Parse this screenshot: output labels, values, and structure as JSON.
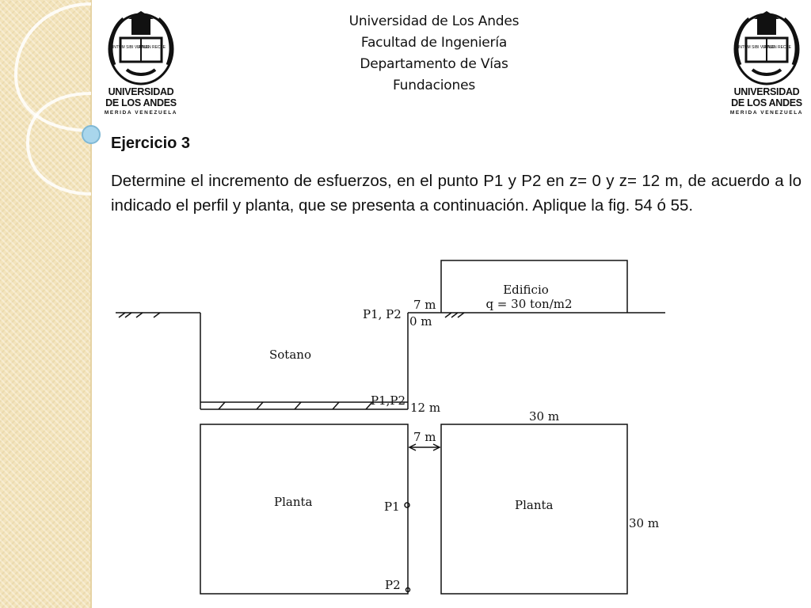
{
  "header": {
    "line1": "Universidad de Los Andes",
    "line2": "Facultad de Ingeniería",
    "line3": "Departamento de Vías",
    "line4": "Fundaciones"
  },
  "logo": {
    "name_line1": "UNIVERSIDAD",
    "name_line2": "DE LOS ANDES",
    "name_line3": "MERIDA VENEZUELA",
    "book_left": "INTUM SIBI VIRTUS",
    "book_right": "LUMEN RECTE"
  },
  "exercise": {
    "title": "Ejercicio 3",
    "body": "Determine el incremento de esfuerzos, en el punto P1 y P2 en z= 0 y z= 12 m, de acuerdo a lo indicado el perfil y planta, que se presenta a continuación. Aplique la fig. 54 ó 55."
  },
  "figure": {
    "building_label": "Edificio",
    "load_label": "q = 30 ton/m2",
    "dim_7m_top": "7 m",
    "points_top": "P1, P2",
    "depth_0": "0 m",
    "basement_label": "Sotano",
    "points_bottom": "P1,P2",
    "depth_12": "12 m",
    "dim_30m_top": "30 m",
    "dim_7m_plan": "7 m",
    "plan_left_label": "Planta",
    "plan_right_label": "Planta",
    "point_p1": "P1",
    "point_p2": "P2",
    "dim_30m_side": "30 m"
  },
  "colors": {
    "strip": "#f3e4bc",
    "ink": "#111111",
    "bullet": "#a9d6ec"
  }
}
